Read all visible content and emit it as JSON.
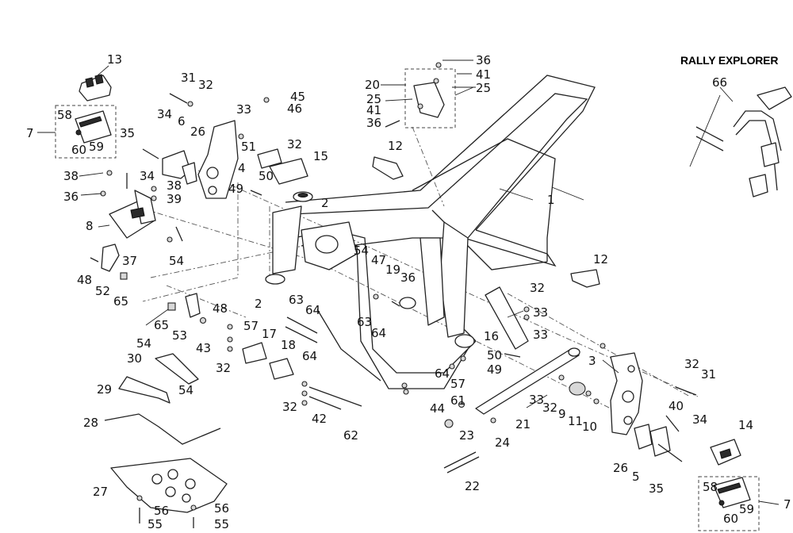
{
  "variant_title": "RALLY EXPLORER",
  "callouts": [
    {
      "text": "13"
    },
    {
      "text": "31"
    },
    {
      "text": "32"
    },
    {
      "text": "45"
    },
    {
      "text": "46"
    },
    {
      "text": "33"
    },
    {
      "text": "36"
    },
    {
      "text": "20"
    },
    {
      "text": "41"
    },
    {
      "text": "25"
    },
    {
      "text": "25"
    },
    {
      "text": "41"
    },
    {
      "text": "36"
    },
    {
      "text": "66"
    },
    {
      "text": "7"
    },
    {
      "text": "58"
    },
    {
      "text": "60"
    },
    {
      "text": "59"
    },
    {
      "text": "34"
    },
    {
      "text": "6"
    },
    {
      "text": "35"
    },
    {
      "text": "26"
    },
    {
      "text": "51"
    },
    {
      "text": "32"
    },
    {
      "text": "15"
    },
    {
      "text": "4"
    },
    {
      "text": "50"
    },
    {
      "text": "12"
    },
    {
      "text": "38"
    },
    {
      "text": "34"
    },
    {
      "text": "38"
    },
    {
      "text": "36"
    },
    {
      "text": "39"
    },
    {
      "text": "49"
    },
    {
      "text": "2"
    },
    {
      "text": "1"
    },
    {
      "text": "8"
    },
    {
      "text": "37"
    },
    {
      "text": "54"
    },
    {
      "text": "48"
    },
    {
      "text": "52"
    },
    {
      "text": "65"
    },
    {
      "text": "54"
    },
    {
      "text": "47"
    },
    {
      "text": "19"
    },
    {
      "text": "36"
    },
    {
      "text": "12"
    },
    {
      "text": "2"
    },
    {
      "text": "63"
    },
    {
      "text": "64"
    },
    {
      "text": "32"
    },
    {
      "text": "65"
    },
    {
      "text": "53"
    },
    {
      "text": "48"
    },
    {
      "text": "57"
    },
    {
      "text": "17"
    },
    {
      "text": "63"
    },
    {
      "text": "64"
    },
    {
      "text": "16"
    },
    {
      "text": "33"
    },
    {
      "text": "33"
    },
    {
      "text": "43"
    },
    {
      "text": "32"
    },
    {
      "text": "18"
    },
    {
      "text": "54"
    },
    {
      "text": "30"
    },
    {
      "text": "64"
    },
    {
      "text": "50"
    },
    {
      "text": "49"
    },
    {
      "text": "3"
    },
    {
      "text": "32"
    },
    {
      "text": "31"
    },
    {
      "text": "64"
    },
    {
      "text": "57"
    },
    {
      "text": "29"
    },
    {
      "text": "54"
    },
    {
      "text": "32"
    },
    {
      "text": "42"
    },
    {
      "text": "33"
    },
    {
      "text": "32"
    },
    {
      "text": "9"
    },
    {
      "text": "11"
    },
    {
      "text": "10"
    },
    {
      "text": "40"
    },
    {
      "text": "61"
    },
    {
      "text": "44"
    },
    {
      "text": "34"
    },
    {
      "text": "21"
    },
    {
      "text": "28"
    },
    {
      "text": "62"
    },
    {
      "text": "24"
    },
    {
      "text": "23"
    },
    {
      "text": "14"
    },
    {
      "text": "26"
    },
    {
      "text": "5"
    },
    {
      "text": "22"
    },
    {
      "text": "35"
    },
    {
      "text": "27"
    },
    {
      "text": "58"
    },
    {
      "text": "7"
    },
    {
      "text": "59"
    },
    {
      "text": "60"
    },
    {
      "text": "56"
    },
    {
      "text": "56"
    },
    {
      "text": "55"
    },
    {
      "text": "55"
    }
  ]
}
